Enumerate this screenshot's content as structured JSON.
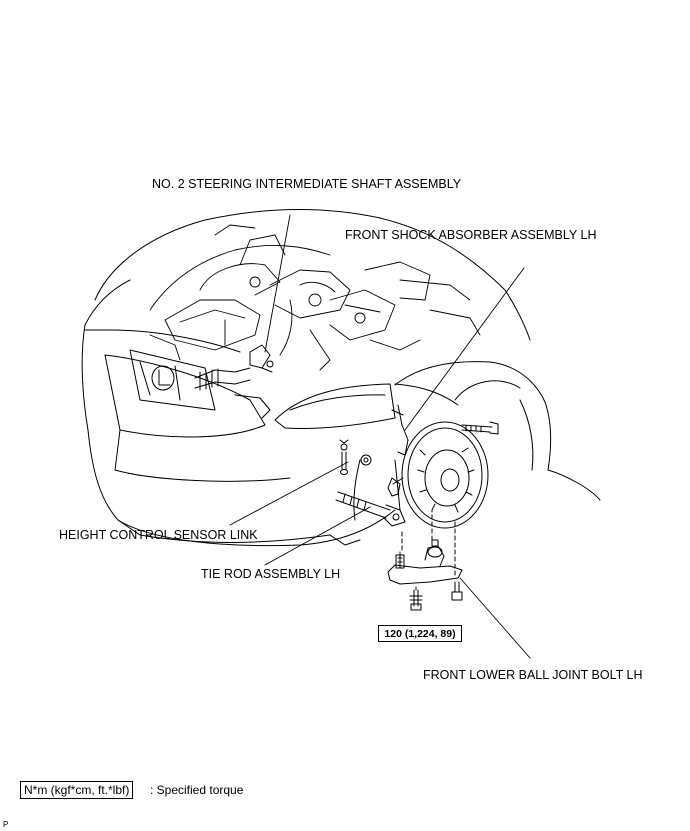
{
  "labels": {
    "shaft": "NO. 2 STEERING INTERMEDIATE SHAFT ASSEMBLY",
    "shock": "FRONT SHOCK ABSORBER ASSEMBLY LH",
    "height_sensor": "HEIGHT CONTROL SENSOR LINK",
    "tie_rod": "TIE ROD ASSEMBLY LH",
    "ball_joint": "FRONT LOWER BALL JOINT BOLT LH"
  },
  "torque": {
    "value": "120 (1,224, 89)"
  },
  "legend": {
    "unit": "N*m (kgf*cm, ft.*lbf)",
    "description": ": Specified torque"
  },
  "footer": {
    "code": "P"
  },
  "colors": {
    "line": "#000000",
    "background": "#ffffff"
  }
}
